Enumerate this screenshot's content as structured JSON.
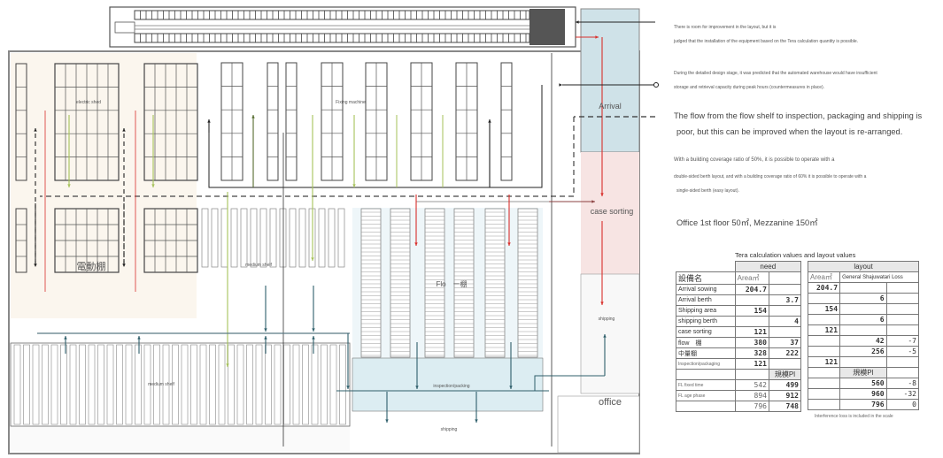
{
  "plan": {
    "areas": {
      "electric_shed": "electric shed",
      "fixing_machine": "Fixing machine",
      "arrival": "Arrival",
      "case_sorting": "case sorting",
      "electric_shelf_jp": "電動棚",
      "medium_shelf_upper": "medium shelf",
      "flow_shelf": "Flo　ー棚",
      "shipping_right": "shipping",
      "medium_shelf_lower": "medium shelf",
      "inspection_packing": "inspection/packing",
      "office": "office",
      "shipping_bottom": "shipping"
    },
    "colors": {
      "arrival": "#cfe2e8",
      "case_sorting": "#f7e4e3",
      "electric_zone": "#fbf6ee",
      "flow_zone": "#eaf4f8",
      "inspection": "#dcedf2",
      "red_flow": "#d9302c",
      "green_flow": "#a6c25a",
      "teal_flow": "#2f5f6b"
    }
  },
  "notes": {
    "n1a": "There is room for improvement in the layout, but it is",
    "n1b": "judged that the installation of the equipment based on the Tera calculation quantity is possible.",
    "n2a": "During the detailed design stage, it was predicted that the automated warehouse would have insufficient",
    "n2b": "storage and retrieval capacity during peak hours (countermeasures in place).",
    "n3a": "The flow from the flow shelf to inspection, packaging and shipping is",
    "n3b": "poor, but this can be improved when the layout is re-arranged.",
    "n4a": "With a building coverage ratio of 50%, it is possible to operate with a",
    "n4b": "double-sided berth layout, and with a building coverage ratio of 60% it is possible to operate with a",
    "n4c": "single-sided berth (easy layout).",
    "n5": "Office 1st floor 50㎡, Mezzanine 150㎡"
  },
  "table": {
    "title": "Tera calculation values and layout values",
    "need_header": "need",
    "layout_header": "layout",
    "col_name": "設備名",
    "col_area": "Area㎡",
    "col_area2": "Area㎡",
    "col_general": "General Shajuwatari Loss",
    "rows": [
      {
        "name": "Arrival sowing",
        "need_area": "204.7",
        "need_qty": "",
        "lay_area": "204.7",
        "lay_qty": "",
        "loss": ""
      },
      {
        "name": "Arrival berth",
        "need_area": "",
        "need_qty": "3.7",
        "lay_area": "",
        "lay_qty": "6",
        "loss": ""
      },
      {
        "name": "Shipping area",
        "need_area": "154",
        "need_qty": "",
        "lay_area": "154",
        "lay_qty": "",
        "loss": ""
      },
      {
        "name": "shipping berth",
        "need_area": "",
        "need_qty": "4",
        "lay_area": "",
        "lay_qty": "6",
        "loss": ""
      },
      {
        "name": "case sorting",
        "need_area": "121",
        "need_qty": "",
        "lay_area": "121",
        "lay_qty": "",
        "loss": ""
      },
      {
        "name": "flow　棚",
        "need_area": "380",
        "need_qty": "37",
        "lay_area": "",
        "lay_qty": "42",
        "loss": "-7"
      },
      {
        "name": "中量棚",
        "need_area": "328",
        "need_qty": "222",
        "lay_area": "",
        "lay_qty": "256",
        "loss": "-5"
      },
      {
        "name": "Inspection/packaging",
        "need_area": "121",
        "need_qty": "",
        "lay_area": "121",
        "lay_qty": "",
        "loss": ""
      }
    ],
    "scale_header": "規模Pl",
    "scale_header2": "規模Pl",
    "rows2": [
      {
        "name": "FL fixed time",
        "need_area": "542",
        "need_qty": "499",
        "lay_qty": "560",
        "loss": "-8"
      },
      {
        "name": "FL age phase",
        "need_area": "894",
        "need_qty": "912",
        "lay_qty": "960",
        "loss": "-32"
      },
      {
        "name": "",
        "need_area": "796",
        "need_qty": "748",
        "lay_qty": "796",
        "loss": "0"
      }
    ],
    "footnote": "Interference loss is included in the scale"
  }
}
